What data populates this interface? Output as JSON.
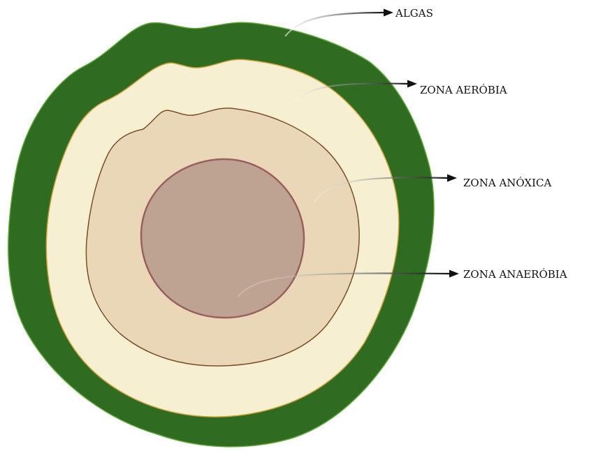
{
  "diagram": {
    "layers": [
      {
        "key": "algas",
        "label": "ALGAS",
        "fill": "#306b22",
        "stroke": "#5fa83a"
      },
      {
        "key": "aerobia",
        "label": "ZONA AERÓBIA",
        "fill": "#f6efd2",
        "stroke": "#c9a23a"
      },
      {
        "key": "anoxica",
        "label": "ZONA ANÓXICA",
        "fill": "#ead7b8",
        "stroke": "#7a4f2a"
      },
      {
        "key": "anaerobia",
        "label": "ZONA ANAERÓBIA",
        "fill": "#bea292",
        "stroke": "#9a5f5f"
      }
    ],
    "arrow_color": "#111111"
  }
}
